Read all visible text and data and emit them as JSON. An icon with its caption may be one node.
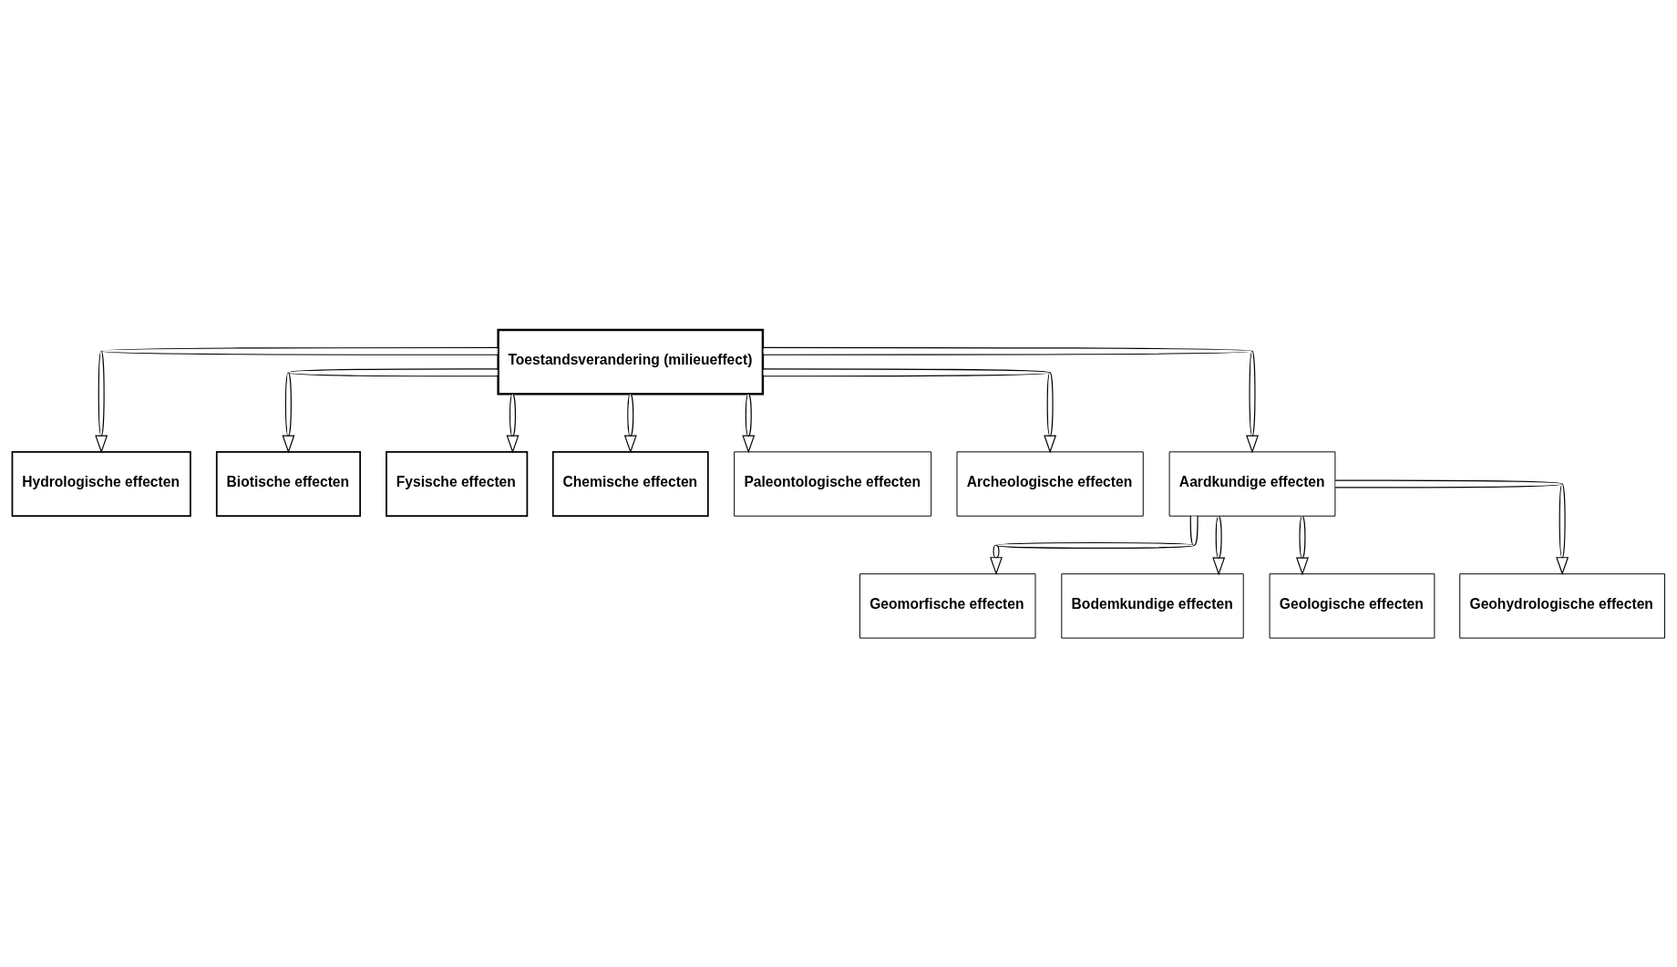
{
  "diagram": {
    "nodes": [
      {
        "text": [
          "Toestandsverandering (milieueffect)"
        ]
      },
      {
        "text": [
          "Hydrologische effecten"
        ]
      },
      {
        "text": [
          "Biotische effecten"
        ]
      },
      {
        "text": [
          "Fysische effecten"
        ]
      },
      {
        "text": [
          "Chemische effecten"
        ]
      },
      {
        "text": [
          "Paleontologische effecten"
        ]
      },
      {
        "text": [
          "Archeologische effecten"
        ]
      },
      {
        "text": [
          "Aardkundige effecten"
        ]
      },
      {
        "text": [
          "Geomorfische effecten"
        ]
      },
      {
        "text": [
          "Bodemkundige effecten"
        ]
      },
      {
        "text": [
          "Geologische effecten"
        ]
      },
      {
        "text": [
          "Geohydrologische effecten"
        ]
      }
    ],
    "edges": [
      {
        "from": 0,
        "to": 1,
        "arrow": "to"
      },
      {
        "from": 0,
        "to": 2,
        "arrow": "to"
      },
      {
        "from": 0,
        "to": 3,
        "arrow": "to"
      },
      {
        "from": 0,
        "to": 4,
        "arrow": "to"
      },
      {
        "from": 0,
        "to": 5,
        "arrow": "to"
      },
      {
        "from": 0,
        "to": 6,
        "arrow": "to"
      },
      {
        "from": 0,
        "to": 7,
        "arrow": "to"
      },
      {
        "from": 7,
        "to": 8,
        "arrow": "to"
      },
      {
        "from": 7,
        "to": 9,
        "arrow": "to"
      },
      {
        "from": 7,
        "to": 10,
        "arrow": "to"
      },
      {
        "from": 7,
        "to": 11,
        "arrow": "to"
      }
    ]
  }
}
